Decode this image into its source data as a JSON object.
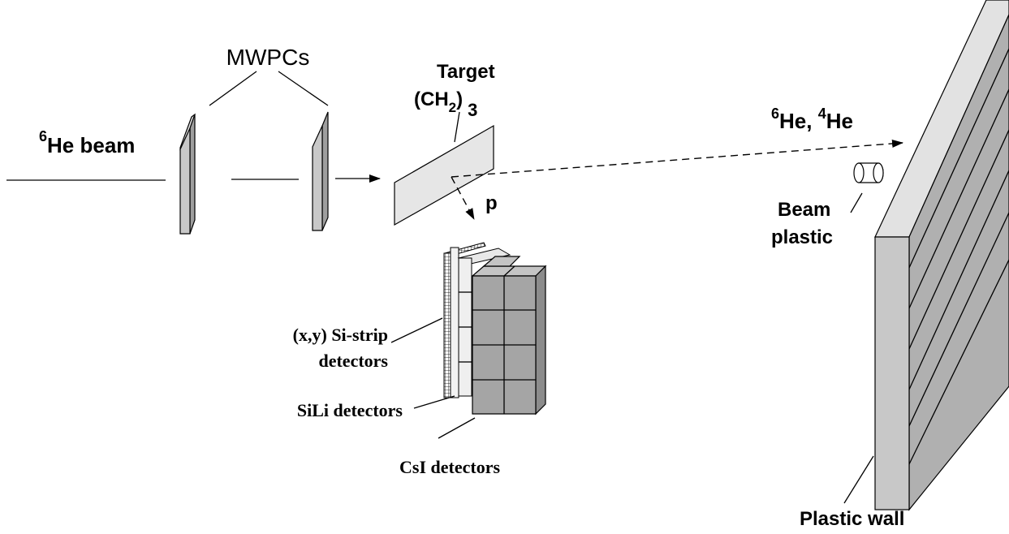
{
  "labels": {
    "beam_iso": "6",
    "beam_text": "He beam",
    "mwpcs": "MWPCs",
    "target_title": "Target",
    "target_formula_open": "(CH",
    "target_formula_sub": "2",
    "target_formula_close": ")",
    "target_formula_mult": "3",
    "fragments_iso1": "6",
    "fragments_text1": "He, ",
    "fragments_iso2": "4",
    "fragments_text2": "He",
    "proton": "p",
    "beam_plastic_line1": "Beam",
    "beam_plastic_line2": "plastic",
    "si_strip_line1": "(x,y) Si-strip",
    "si_strip_line2": "detectors",
    "sili": "SiLi detectors",
    "csi": "CsI detectors",
    "plastic_wall": "Plastic wall"
  },
  "colors": {
    "plate_front": "#c8c8c8",
    "plate_side": "#9e9e9e",
    "csi_front": "#a5a5a5",
    "wall_front": "#c8c8c8",
    "target_fill": "#e6e6e6"
  }
}
